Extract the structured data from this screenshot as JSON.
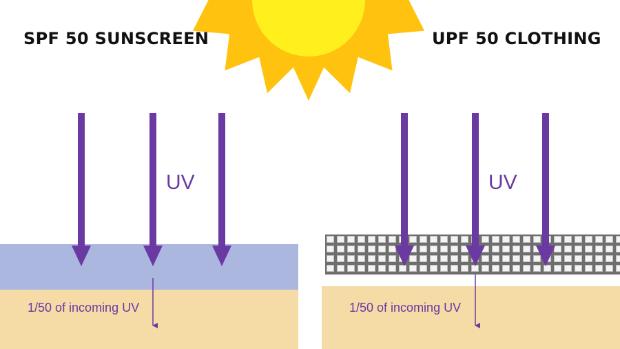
{
  "left_panel": {
    "title": "SPF 50 SUNSCREEN",
    "uv_label": "UV",
    "transmitted_label": "1/50 of incoming UV"
  },
  "right_panel": {
    "title": "UPF 50 CLOTHING",
    "uv_label": "UV",
    "transmitted_label": "1/50 of incoming UV"
  },
  "colors": {
    "sun_rays": "#ffc20e",
    "sun_core": "#ffef1c",
    "uv_arrow": "#6a3aa2",
    "sunscreen_layer": "#abb7df",
    "skin": "#f5dca6",
    "fabric": "#7d7d7d",
    "title_text": "#111111"
  }
}
